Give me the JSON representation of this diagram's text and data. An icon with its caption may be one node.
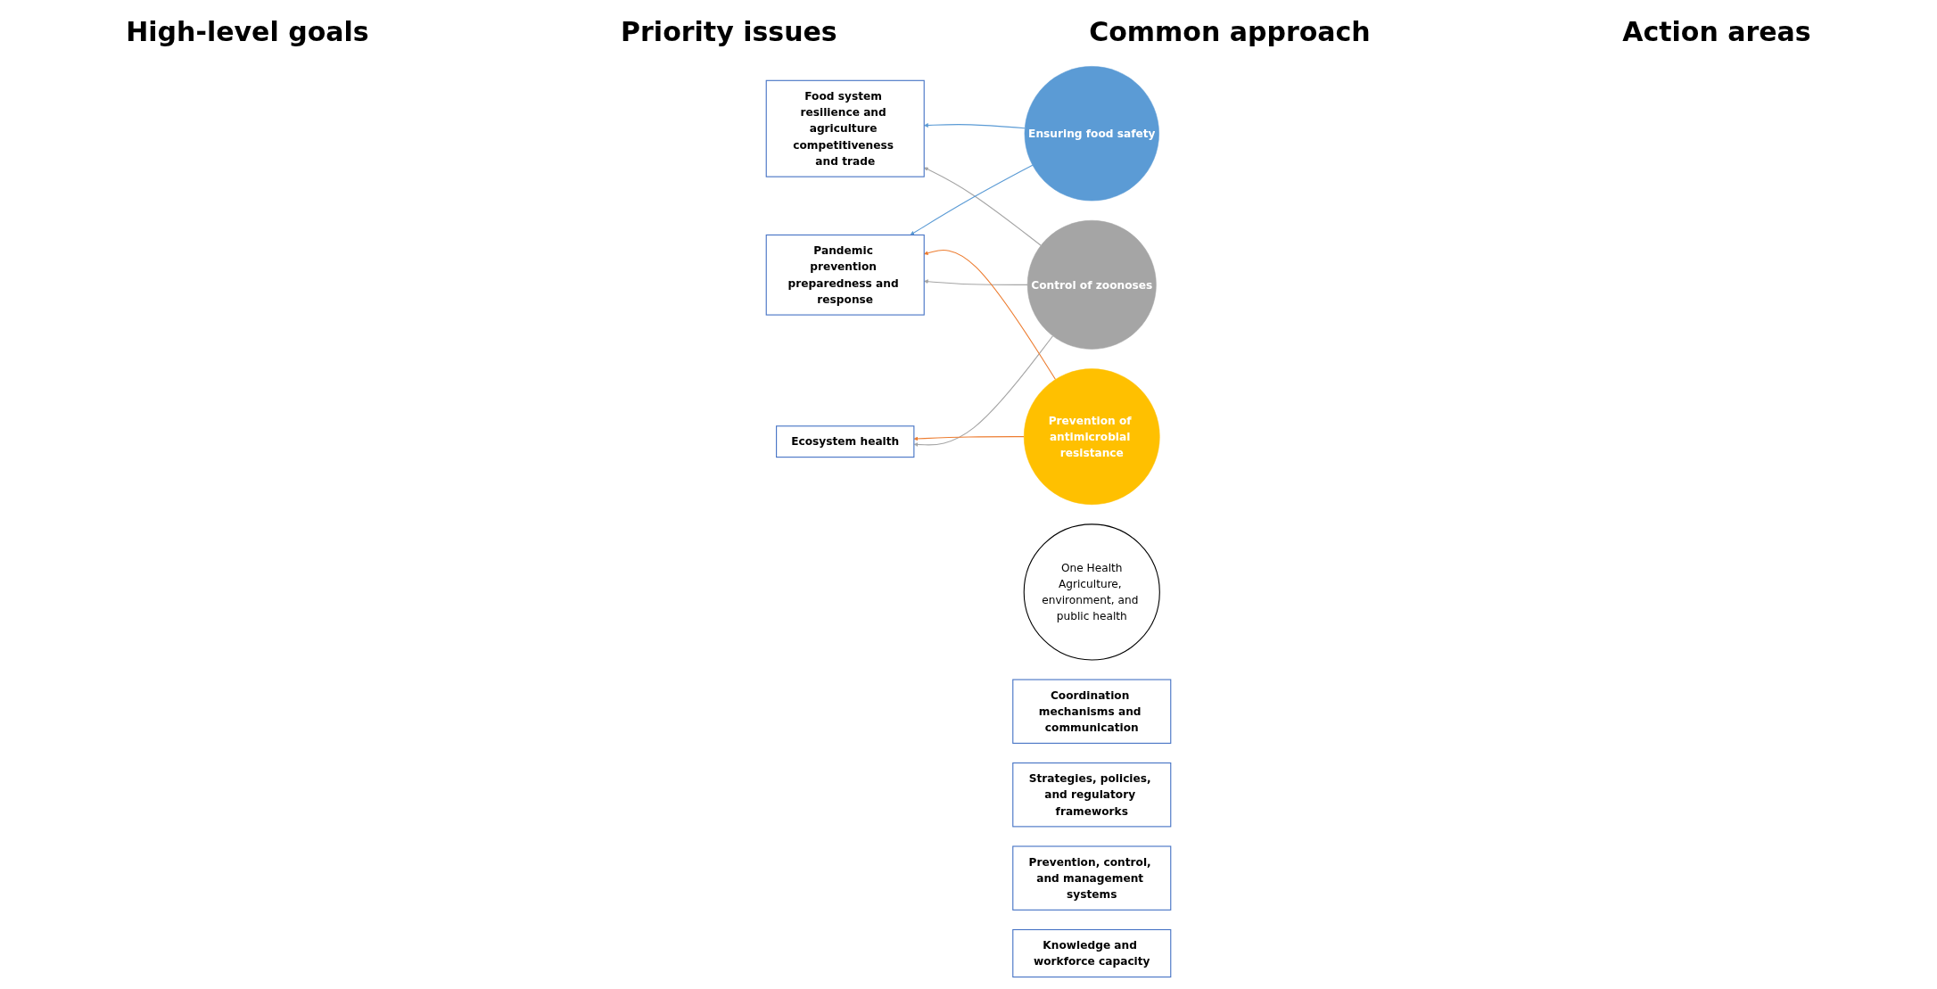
{
  "diagram": {
    "nodes": [
      {
        "text": [
          "Pandemic prevention preparedness and response"
        ]
      },
      {
        "text": [
          "Food system resilience and agriculture competitiveness and trade"
        ]
      },
      {
        "text": [
          "Ecosystem health"
        ]
      },
      {
        "text": [
          "Control of zoonoses"
        ]
      },
      {
        "text": [
          "Prevention of antimicrobial resistance"
        ]
      },
      {
        "text": [
          "Ensuring food safety"
        ]
      },
      {
        "text": [
          "One Health",
          "Agriculture, environment, and public health"
        ]
      },
      {
        "text": [
          "Coordination mechanisms and communication"
        ]
      },
      {
        "text": [
          "Strategies, policies, and regulatory frameworks"
        ]
      },
      {
        "text": [
          "Prevention, control, and management systems"
        ]
      },
      {
        "text": [
          "Knowledge and workforce capacity"
        ]
      }
    ],
    "edges": [
      {
        "from": 3,
        "to": 0,
        "arrow": "to",
        "color": "#a5a5a5"
      },
      {
        "from": 3,
        "to": 1,
        "arrow": "to",
        "color": "#a5a5a5"
      },
      {
        "from": 3,
        "to": 2,
        "arrow": "to",
        "color": "#a5a5a5"
      },
      {
        "from": 4,
        "to": 0,
        "arrow": "to",
        "color": "#ed7d31"
      },
      {
        "from": 4,
        "to": 2,
        "arrow": "to",
        "color": "#ed7d31"
      },
      {
        "from": 5,
        "to": 0,
        "arrow": "to",
        "color": "#5b9bd5"
      },
      {
        "from": 5,
        "to": 1,
        "arrow": "to",
        "color": "#5b9bd5"
      }
    ],
    "labels": [
      "High-level goals",
      "Priority issues",
      "Common approach",
      "Action areas"
    ]
  }
}
